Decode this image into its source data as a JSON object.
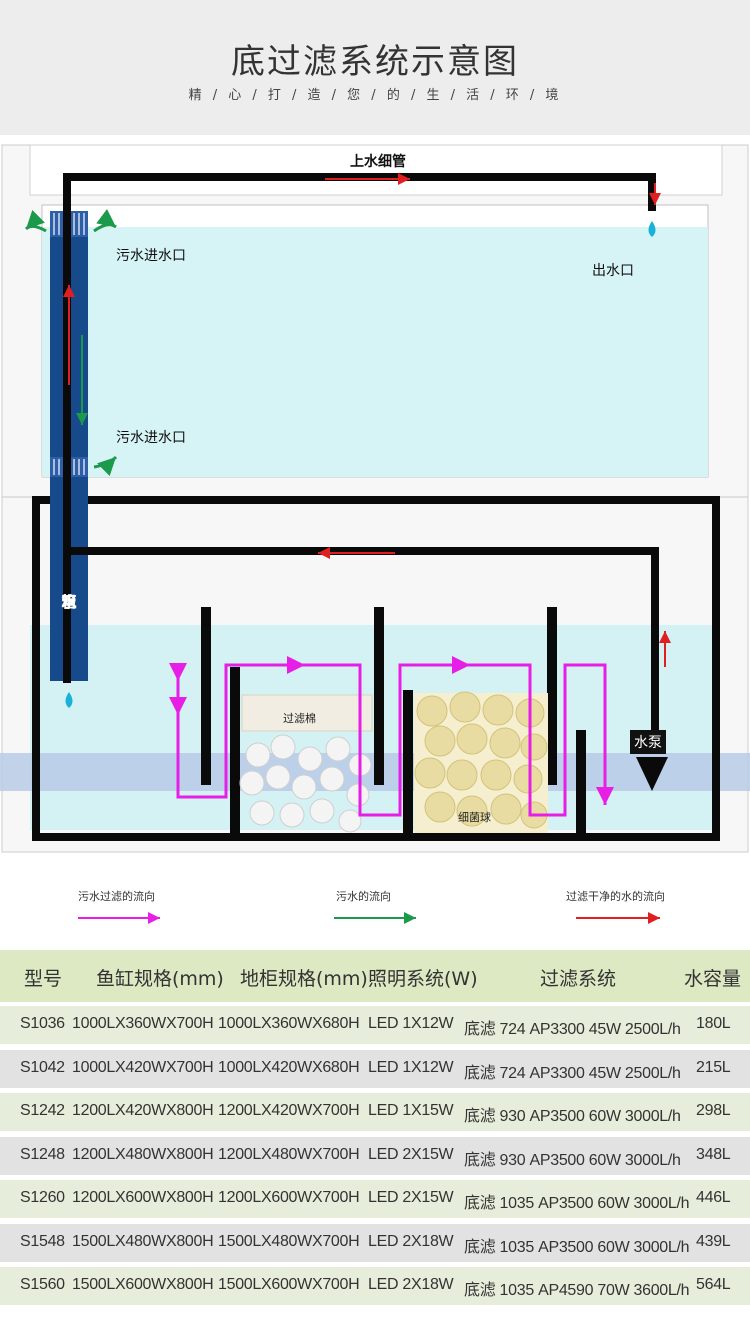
{
  "header": {
    "title": "底过滤系统示意图",
    "subtitle": "精 / 心 / 打 / 造 / 您 / 的 / 生 / 活 / 环 / 境"
  },
  "diagram": {
    "pipe_top_label": "上水细管",
    "inlet_top_label": "污水进水口",
    "inlet_bottom_label": "污水进水口",
    "outlet_label": "出水口",
    "drain_label": [
      "下",
      "水",
      "粗",
      "管"
    ],
    "pump_label": "水泵",
    "cotton_label": "过滤棉",
    "bacteria_label": "细菌球"
  },
  "legend": {
    "items": [
      {
        "label": "污水过滤的流向",
        "color": "#e61ee6"
      },
      {
        "label": "污水的流向",
        "color": "#1a9a4a"
      },
      {
        "label": "过滤干净的水的流向",
        "color": "#e02020"
      }
    ]
  },
  "table": {
    "headers": [
      "型号",
      "鱼缸规格(mm)",
      "地柜规格(mm)",
      "照明系统(W)",
      "过滤系统",
      "水容量"
    ],
    "rows": [
      [
        "S1036",
        "1000LX360WX700H",
        "1000LX360WX680H",
        "LED 1X12W",
        "底滤 724 AP3300 45W  2500L/h",
        "180L"
      ],
      [
        "S1042",
        "1000LX420WX700H",
        "1000LX420WX680H",
        "LED 1X12W",
        "底滤 724 AP3300 45W  2500L/h",
        "215L"
      ],
      [
        "S1242",
        "1200LX420WX800H",
        "1200LX420WX700H",
        "LED 1X15W",
        "底滤 930 AP3500 60W  3000L/h",
        "298L"
      ],
      [
        "S1248",
        "1200LX480WX800H",
        "1200LX480WX700H",
        "LED 2X15W",
        "底滤 930 AP3500 60W  3000L/h",
        "348L"
      ],
      [
        "S1260",
        "1200LX600WX800H",
        "1200LX600WX700H",
        "LED 2X15W",
        "底滤 1035 AP3500 60W  3000L/h",
        "446L"
      ],
      [
        "S1548",
        "1500LX480WX800H",
        "1500LX480WX700H",
        "LED 2X18W",
        "底滤 1035 AP3500 60W  3000L/h",
        "439L"
      ],
      [
        "S1560",
        "1500LX600WX800H",
        "1500LX600WX700H",
        "LED 2X18W",
        "底滤 1035 AP4590 70W  3600L/h",
        "564L"
      ]
    ]
  }
}
